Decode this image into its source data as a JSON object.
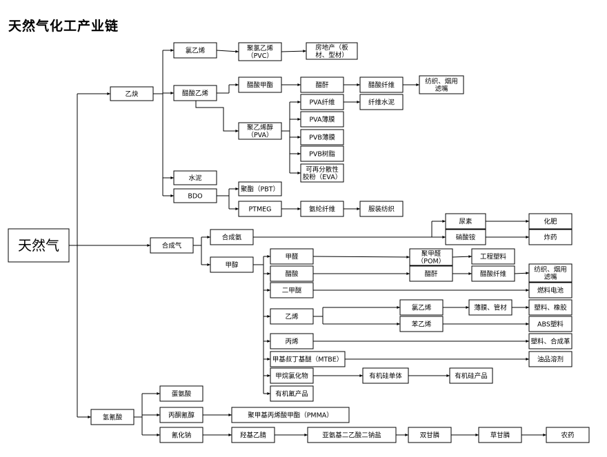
{
  "title": "天然气化工产业链",
  "nodes": {
    "natural_gas": "天然气",
    "acetylene": "乙炔",
    "vinyl_chloride_1": "氯乙烯",
    "pvc": [
      "聚氯乙烯",
      "（PVC）"
    ],
    "real_estate": [
      "房地产（板",
      "材、型材）"
    ],
    "vinyl_acetate": "醋酸乙烯",
    "methyl_acetate": "醋酸甲酯",
    "acetic_anhydride_1": "醋酐",
    "acetate_fiber_1": "醋酸纤维",
    "textile_filter_1": [
      "纺织、烟用",
      "滤嘴"
    ],
    "pva_fiber": "PVA纤维",
    "fiber_cement": "纤维水泥",
    "pva": [
      "聚乙烯醇",
      "（PVA）"
    ],
    "pva_film": "PVA薄膜",
    "pvb_film": "PVB薄膜",
    "pvb_resin": "PVB树脂",
    "eva_powder": [
      "可再分散性",
      "胶粉（EVA）"
    ],
    "cement": "水泥",
    "bdo": "BDO",
    "pbt": "聚酯（PBT）",
    "ptmeg": "PTMEG",
    "spandex": "氨纶纤维",
    "apparel": "服装纺织",
    "syngas": "合成气",
    "synthetic_ammonia": "合成氨",
    "urea": "尿素",
    "fertilizer": "化肥",
    "ammonium_nitrate": "硝酸铵",
    "explosives": "炸药",
    "methanol": "甲醇",
    "formaldehyde": "甲醛",
    "pom": [
      "聚甲醛",
      "（POM）"
    ],
    "eng_plastics": "工程塑料",
    "acetic_acid": "醋酸",
    "acetic_anhydride_2": "醋酐",
    "acetate_fiber_2": "醋酸纤维",
    "textile_filter_2": [
      "纺织、烟用",
      "滤嘴"
    ],
    "dme": "二甲醚",
    "fuel_cell": "燃料电池",
    "ethylene": "乙烯",
    "vinyl_chloride_2": "氯乙烯",
    "film_pipe": "薄膜、管材",
    "plastics_rubber": "塑料、橡胶",
    "styrene": "苯乙烯",
    "abs": "ABS塑料",
    "propylene": "丙烯",
    "plastics_leather": "塑料、合成革",
    "mtbe": "甲基叔丁基醚（MTBE）",
    "oil_solvent": "油品溶剂",
    "methyl_chlorosilane": "甲烷氯化物",
    "organosilicon_monomer": "有机硅单体",
    "organosilicon_products": "有机硅产品",
    "organofluorine": "有机氟产品",
    "hcn": "氢氰酸",
    "methionine": "蛋氨酸",
    "acetone_cyanohydrin": "丙酮氰醇",
    "pmma": "聚甲基丙烯酸甲酯（PMMA）",
    "sodium_cyanide": "氰化钠",
    "hydroxyacetonitrile": "羟基乙腈",
    "idan": "亚氨基二乙酸二钠盐",
    "glyphosine": "双甘膦",
    "glyphosate": "草甘膦",
    "pesticide": "农药"
  }
}
